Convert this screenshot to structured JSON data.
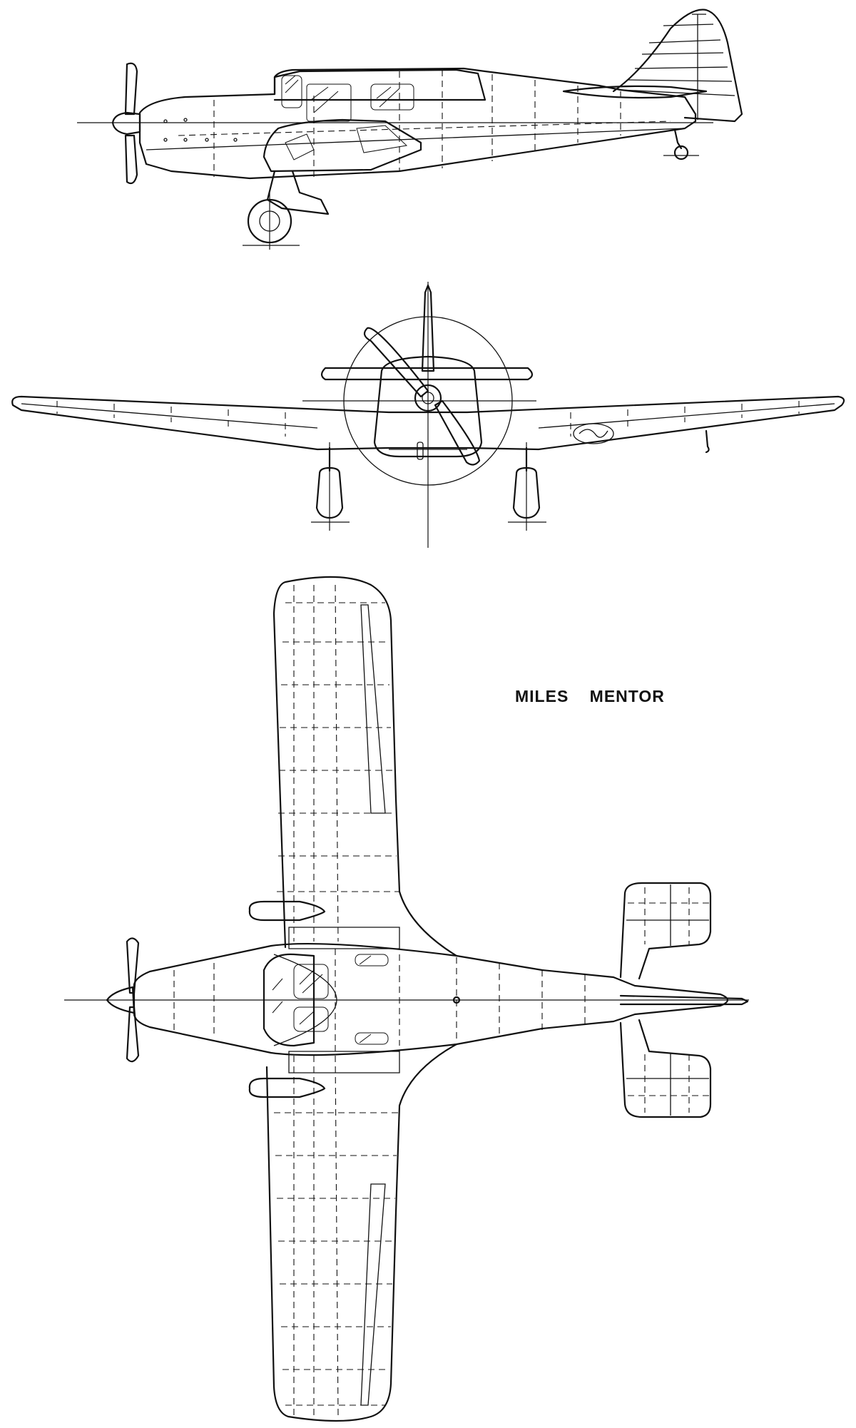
{
  "drawing": {
    "title": "MILES MENTOR",
    "views": [
      "side-view",
      "front-view",
      "plan-view"
    ]
  }
}
